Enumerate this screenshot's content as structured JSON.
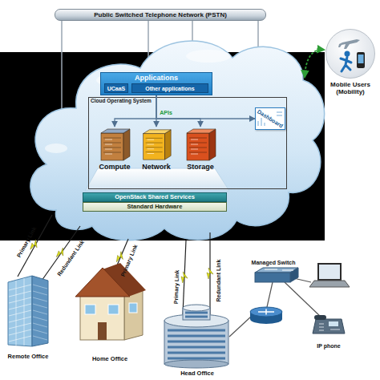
{
  "diagram": {
    "nodes": [
      {
        "text": [
          "Public Switched Telephone Network (PSTN)"
        ]
      },
      {
        "text": [
          "Mobile Users (Mobility)"
        ]
      },
      {
        "text": [
          "Applications"
        ]
      },
      {
        "text": [
          "UCaaS"
        ],
        "in": 2
      },
      {
        "text": [
          "Other applications"
        ],
        "in": 2
      },
      {
        "text": [
          "Cloud Operating System"
        ]
      },
      {
        "text": [
          "Dashboard"
        ],
        "in": 5
      },
      {
        "text": [
          "Compute"
        ],
        "in": 5
      },
      {
        "text": [
          "Network"
        ],
        "in": 5
      },
      {
        "text": [
          "Storage"
        ],
        "in": 5
      },
      {
        "text": [
          "OpenStack Shared Services"
        ]
      },
      {
        "text": [
          "Standard Hardware"
        ]
      }
    ],
    "edges": [
      {
        "from": 2,
        "to": 6,
        "arrow": "to"
      },
      {
        "from": 2,
        "to": 7,
        "arrow": "to"
      },
      {
        "from": 2,
        "to": 8,
        "arrow": "to"
      },
      {
        "from": 2,
        "to": 9,
        "arrow": "to"
      }
    ],
    "labels": [
      "APIs",
      "Primary Link",
      "Redundant Link",
      "Primary Link",
      "Managed Switch",
      "Primary Link",
      "Redundant Link",
      "IP phone",
      "Remote Office",
      "Home Office",
      "Head Office"
    ]
  }
}
